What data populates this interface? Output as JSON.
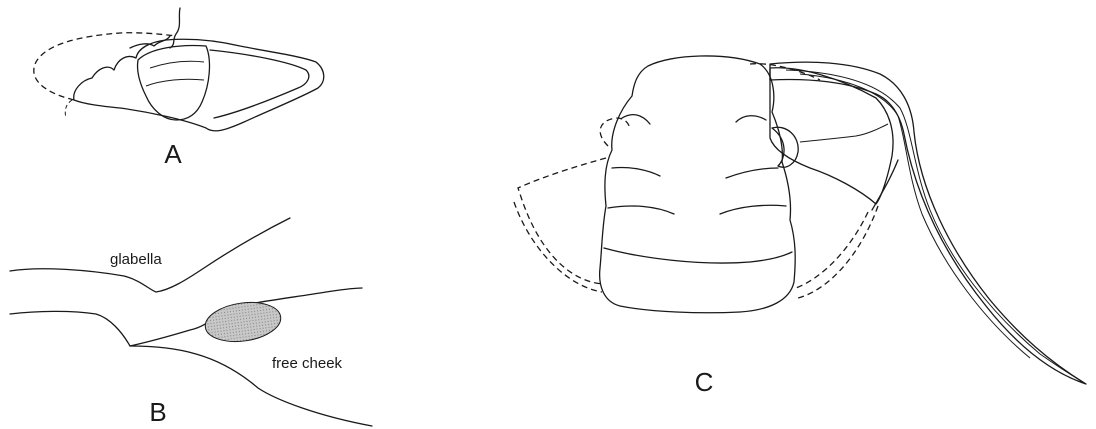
{
  "figure": {
    "panels": [
      {
        "id": "A",
        "label": "A"
      },
      {
        "id": "B",
        "label": "B"
      },
      {
        "id": "C",
        "label": "C"
      }
    ],
    "annotations": {
      "glabella": "glabella",
      "free_cheek": "free cheek"
    }
  }
}
